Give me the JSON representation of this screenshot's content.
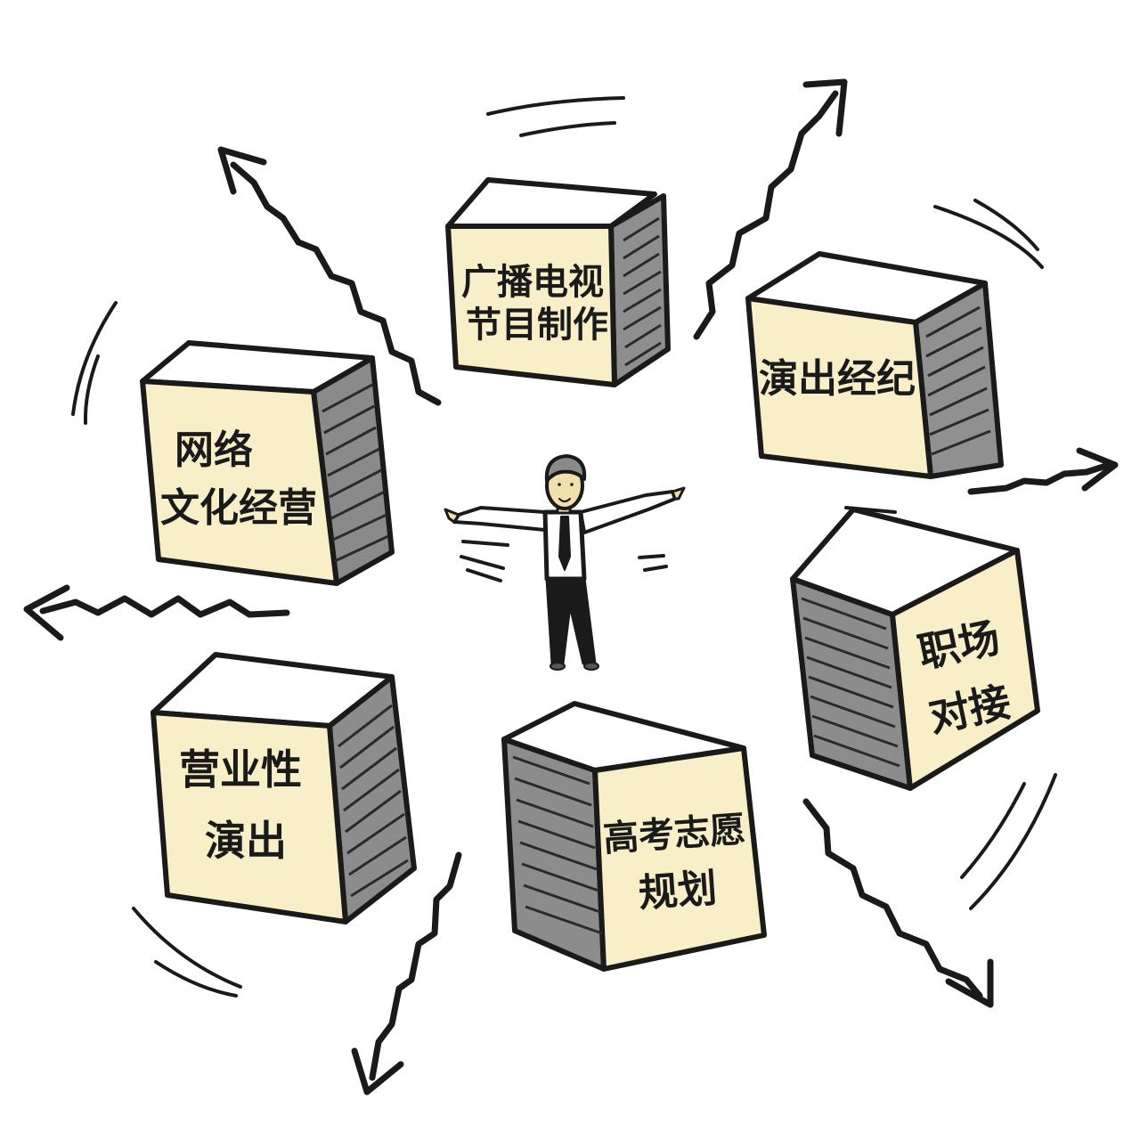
{
  "colors": {
    "ink": "#1a1a1a",
    "box_face": "#f8eec8",
    "box_side_dark": "#8c8c8c",
    "box_side_light": "#d4d4d4",
    "shirt": "#ffffff",
    "skin": "#f2dfae",
    "hair": "#8a8a8a"
  },
  "boxes": [
    {
      "id": "broadcast",
      "lines": [
        "广播电视",
        "节目制作"
      ]
    },
    {
      "id": "agency",
      "lines": [
        "演出经纪"
      ]
    },
    {
      "id": "internet",
      "lines": [
        "网络",
        "文化经营"
      ]
    },
    {
      "id": "career",
      "lines": [
        "职场",
        "对接"
      ]
    },
    {
      "id": "commercial",
      "lines": [
        "营业性",
        "演出"
      ]
    },
    {
      "id": "exam",
      "lines": [
        "高考志愿",
        "规划"
      ]
    }
  ],
  "center_figure": "businessman-with-open-arms",
  "arrow_icons": [
    "arrow-up-left",
    "arrow-up-right",
    "arrow-right",
    "arrow-left",
    "arrow-down-left",
    "arrow-down-right"
  ]
}
